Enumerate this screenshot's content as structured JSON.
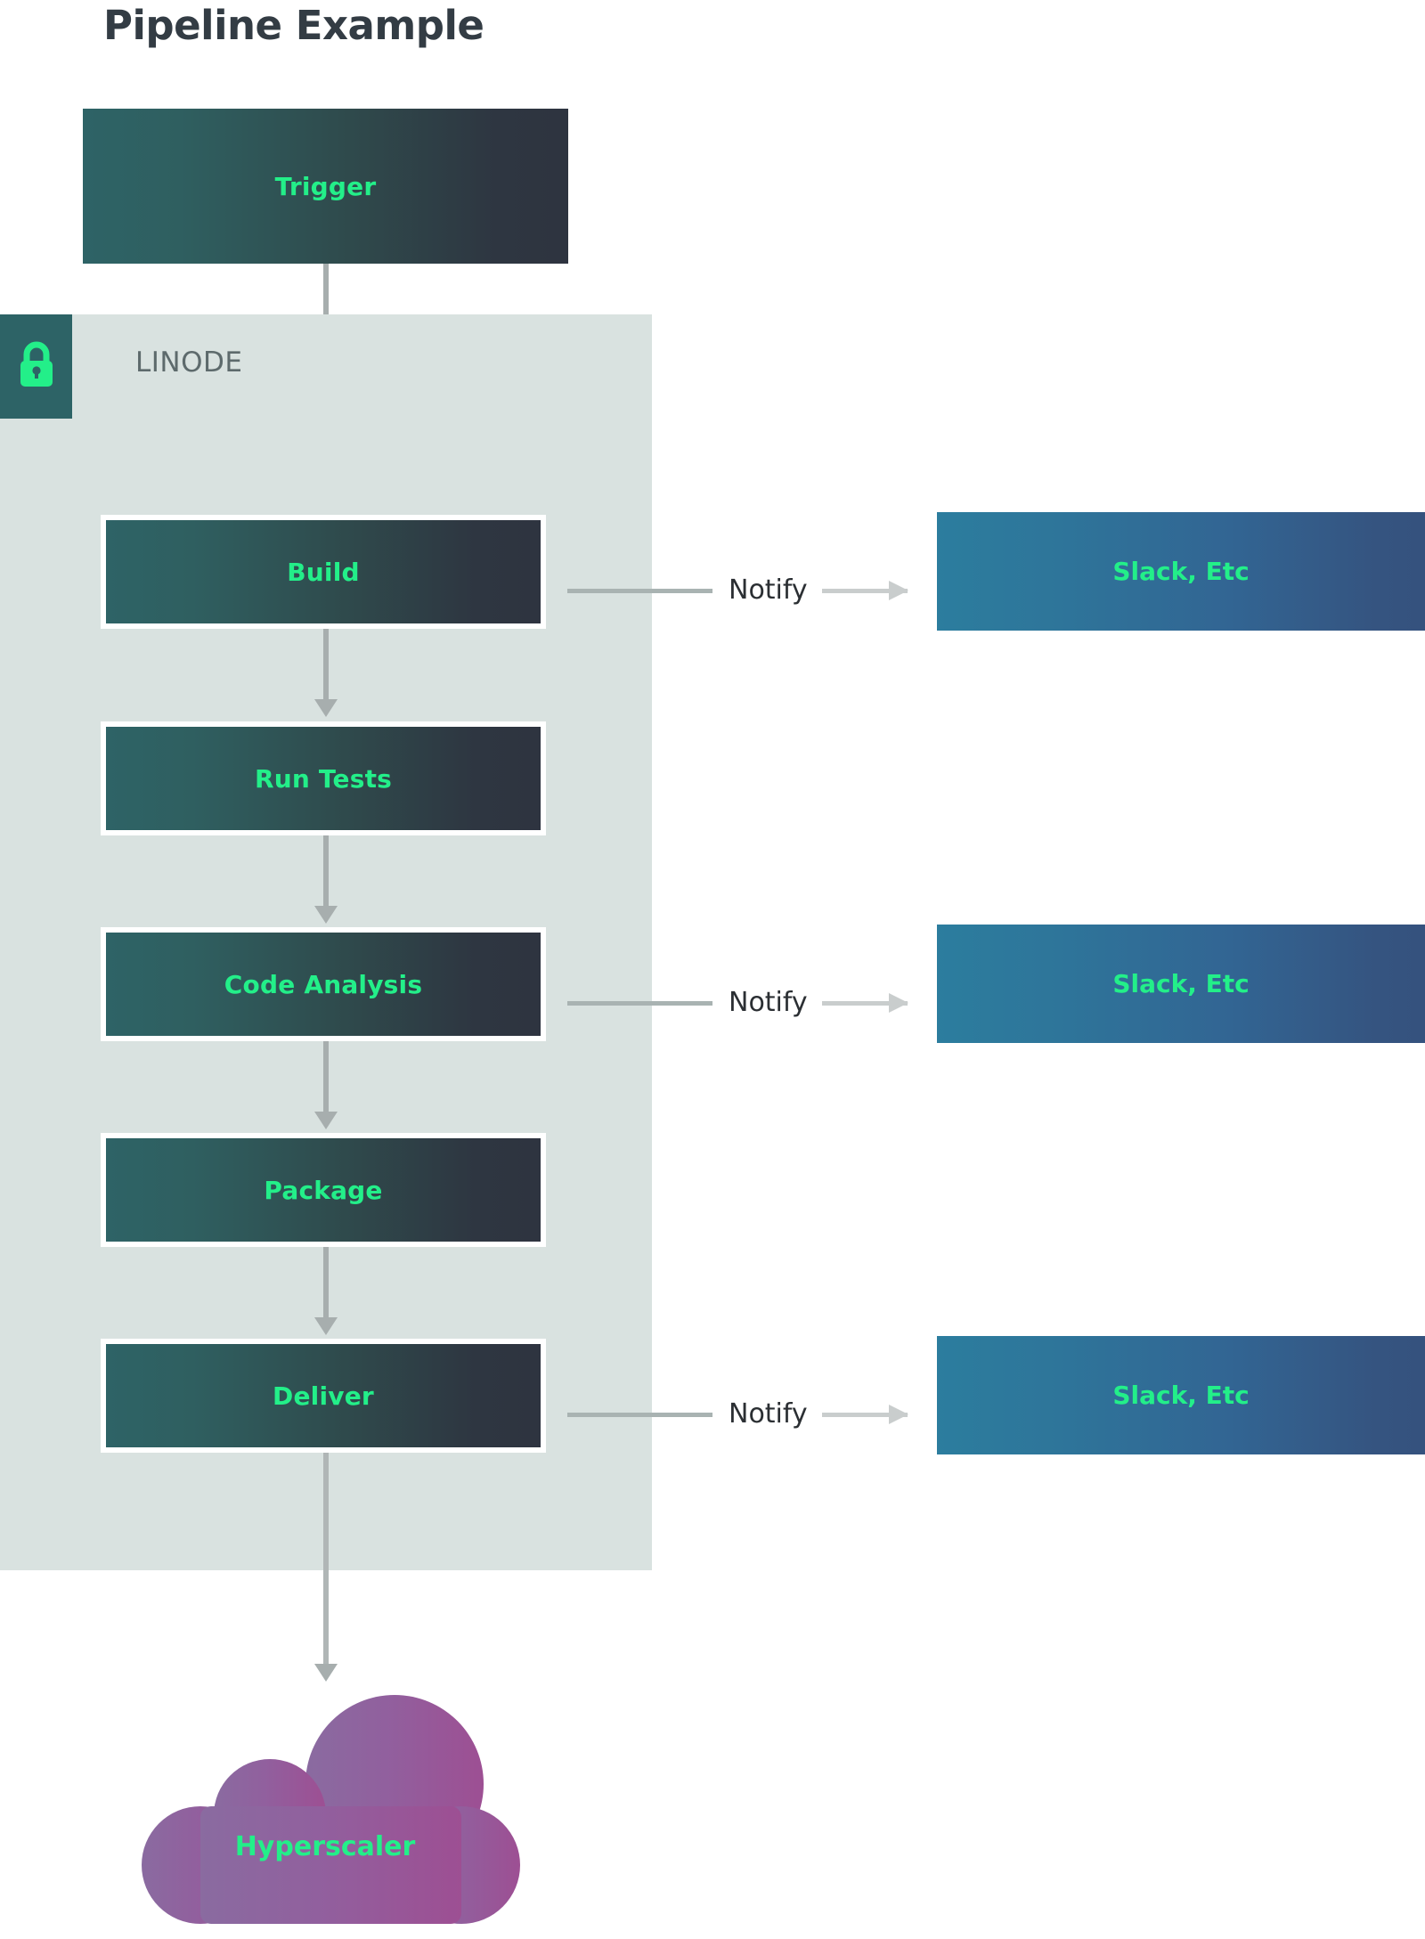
{
  "title": "Pipeline Example",
  "zone": {
    "label": "LINODE",
    "icon": "lock-icon",
    "bg_color": "#d9e2e0",
    "badge_color": "#2d6366",
    "icon_color": "#23ef89"
  },
  "colors": {
    "stage_gradient_start": "#2e6366",
    "stage_gradient_end": "#2e3440",
    "target_gradient_start": "#2c7d9e",
    "target_gradient_end": "#35527e",
    "accent_green": "#23ef89",
    "title_color": "#333c44",
    "arrow_color": "#a7aeae",
    "cloud_gradient_start": "#8a6ba0",
    "cloud_gradient_end": "#9c4f93"
  },
  "nodes": {
    "trigger": "Trigger",
    "stages": [
      {
        "label": "Build"
      },
      {
        "label": "Run Tests"
      },
      {
        "label": "Code Analysis"
      },
      {
        "label": "Package"
      },
      {
        "label": "Deliver"
      }
    ],
    "cloud": "Hyperscaler"
  },
  "notify": {
    "edge_label": "Notify",
    "targets": [
      {
        "label": "Slack, Etc"
      },
      {
        "label": "Slack, Etc"
      },
      {
        "label": "Slack, Etc"
      }
    ]
  },
  "chart_data": {
    "type": "diagram",
    "title": "Pipeline Example",
    "nodes": [
      {
        "id": "trigger",
        "label": "Trigger",
        "group": "external"
      },
      {
        "id": "build",
        "label": "Build",
        "group": "linode"
      },
      {
        "id": "tests",
        "label": "Run Tests",
        "group": "linode"
      },
      {
        "id": "analysis",
        "label": "Code Analysis",
        "group": "linode"
      },
      {
        "id": "package",
        "label": "Package",
        "group": "linode"
      },
      {
        "id": "deliver",
        "label": "Deliver",
        "group": "linode"
      },
      {
        "id": "slack1",
        "label": "Slack, Etc",
        "group": "external"
      },
      {
        "id": "slack2",
        "label": "Slack, Etc",
        "group": "external"
      },
      {
        "id": "slack3",
        "label": "Slack, Etc",
        "group": "external"
      },
      {
        "id": "cloud",
        "label": "Hyperscaler",
        "group": "external"
      }
    ],
    "groups": [
      {
        "id": "linode",
        "label": "LINODE",
        "icon": "lock-icon"
      }
    ],
    "edges": [
      {
        "from": "trigger",
        "to": "build",
        "label": ""
      },
      {
        "from": "build",
        "to": "tests",
        "label": ""
      },
      {
        "from": "tests",
        "to": "analysis",
        "label": ""
      },
      {
        "from": "analysis",
        "to": "package",
        "label": ""
      },
      {
        "from": "package",
        "to": "deliver",
        "label": ""
      },
      {
        "from": "deliver",
        "to": "cloud",
        "label": ""
      },
      {
        "from": "build",
        "to": "slack1",
        "label": "Notify"
      },
      {
        "from": "analysis",
        "to": "slack2",
        "label": "Notify"
      },
      {
        "from": "deliver",
        "to": "slack3",
        "label": "Notify"
      }
    ]
  }
}
